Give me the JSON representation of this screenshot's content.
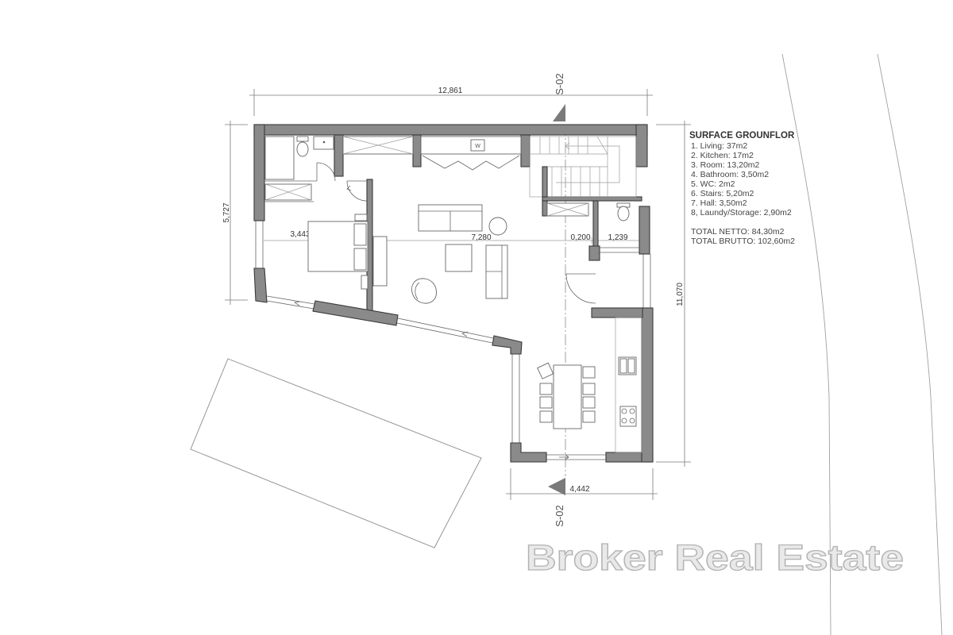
{
  "measurement_labels": {
    "north": "12,861",
    "west": "5,727",
    "east": "11,070",
    "south": "4,442",
    "bedroom": "3,443",
    "living": "7,280",
    "wall": "0,200",
    "wc": "1,239"
  },
  "section": {
    "north_label": "S-02",
    "south_label": "S-02"
  },
  "appliance": {
    "washer_label": "W"
  },
  "legend": {
    "title": "SURFACE GROUNFLOR",
    "items": [
      "1. Living: 37m2",
      "2. Kitchen: 17m2",
      "3. Room: 13,20m2",
      "4. Bathroom: 3,50m2",
      "5. WC: 2m2",
      "6. Stairs: 5,20m2",
      "7. Hall: 3,50m2",
      "8, Laundy/Storage: 2,90m2"
    ],
    "total_netto": "TOTAL NETTO: 84,30m2",
    "total_brutto": "TOTAL BRUTTO: 102,60m2"
  },
  "watermark": {
    "text": "Broker Real Estate"
  },
  "colors": {
    "wall": "#8a8a8a",
    "wall_outline": "#3a3a3a",
    "watermark": "#b4b4b4"
  }
}
